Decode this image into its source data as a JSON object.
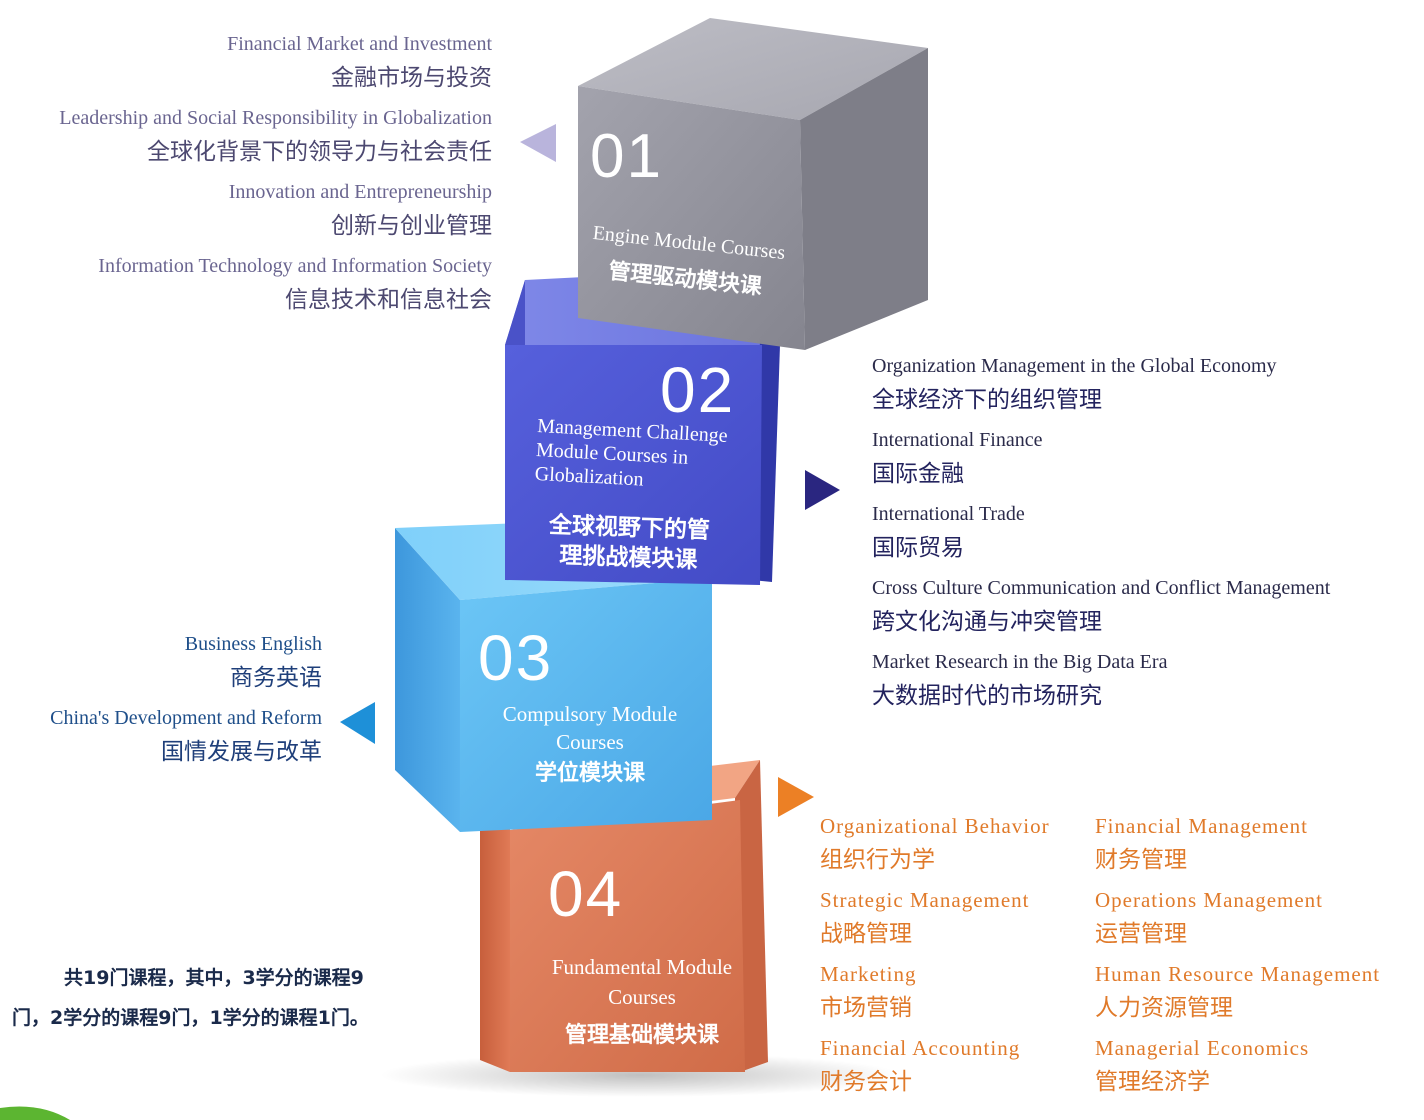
{
  "modules": [
    {
      "number": "01",
      "title_en": "Engine Module Courses",
      "title_cn": "管理驱动模块课",
      "color": "#9a9aa4",
      "courses": [
        {
          "en": "Financial Market and Investment",
          "cn": "金融市场与投资"
        },
        {
          "en": "Leadership and Social Responsibility in  Globalization",
          "cn": "全球化背景下的领导力与社会责任"
        },
        {
          "en": "Innovation and Entrepreneurship",
          "cn": "创新与创业管理"
        },
        {
          "en": "Information Technology and Information Society",
          "cn": "信息技术和信息社会"
        }
      ]
    },
    {
      "number": "02",
      "title_en": "Management Challenge Module Courses in Globalization",
      "title_cn": "全球视野下的管理挑战模块课",
      "color": "#4f58d8",
      "courses": [
        {
          "en": "Organization Management in the Global Economy",
          "cn": "全球经济下的组织管理"
        },
        {
          "en": "International Finance",
          "cn": "国际金融"
        },
        {
          "en": "International Trade",
          "cn": "国际贸易"
        },
        {
          "en": "Cross Culture Communication and Conflict Management",
          "cn": "跨文化沟通与冲突管理"
        },
        {
          "en": "Market Research in the Big Data Era",
          "cn": "大数据时代的市场研究"
        }
      ]
    },
    {
      "number": "03",
      "title_en": "Compulsory Module Courses",
      "title_cn": "学位模块课",
      "color": "#5bb8f0",
      "courses": [
        {
          "en": "Business English",
          "cn": "商务英语"
        },
        {
          "en": "China's Development and Reform",
          "cn": "国情发展与改革"
        }
      ]
    },
    {
      "number": "04",
      "title_en": "Fundamental Module Courses",
      "title_cn": "管理基础模块课",
      "color": "#e08060",
      "courses": [
        {
          "en": "Organizational Behavior",
          "cn": "组织行为学"
        },
        {
          "en": "Strategic Management",
          "cn": "战略管理"
        },
        {
          "en": "Marketing",
          "cn": "市场营销"
        },
        {
          "en": "Financial Accounting",
          "cn": "财务会计"
        },
        {
          "en": "Financial Management",
          "cn": "财务管理"
        },
        {
          "en": "Operations Management",
          "cn": "运营管理"
        },
        {
          "en": "Human Resource Management",
          "cn": "人力资源管理"
        },
        {
          "en": "Managerial  Economics",
          "cn": "管理经济学"
        }
      ]
    }
  ],
  "summary_note": "共19门课程，其中，3学分的课程9门，2学分的课程9门，1学分的课程1门。"
}
